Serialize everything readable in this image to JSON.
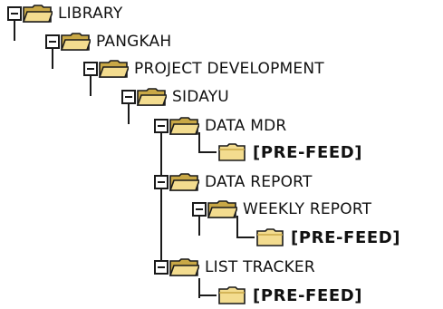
{
  "tree": {
    "nodes": [
      {
        "id": "library",
        "label": "LIBRARY",
        "depth": 0,
        "expanded": true,
        "icon": "folder-open-icon"
      },
      {
        "id": "pangkah",
        "label": "PANGKAH",
        "depth": 1,
        "expanded": true,
        "icon": "folder-open-icon"
      },
      {
        "id": "project-development",
        "label": "PROJECT DEVELOPMENT",
        "depth": 2,
        "expanded": true,
        "icon": "folder-open-icon"
      },
      {
        "id": "sidayu",
        "label": "SIDAYU",
        "depth": 3,
        "expanded": true,
        "icon": "folder-open-icon"
      },
      {
        "id": "data-mdr",
        "label": "DATA MDR",
        "depth": 4,
        "expanded": true,
        "icon": "folder-open-icon"
      },
      {
        "id": "pre-feed-1",
        "label": "[PRE-FEED]",
        "depth": 5,
        "leaf": true,
        "bold": true,
        "icon": "folder-closed-icon"
      },
      {
        "id": "data-report",
        "label": "DATA REPORT",
        "depth": 4,
        "expanded": true,
        "icon": "folder-open-icon"
      },
      {
        "id": "weekly-report",
        "label": "WEEKLY REPORT",
        "depth": 5,
        "expanded": true,
        "icon": "folder-open-icon"
      },
      {
        "id": "pre-feed-2",
        "label": "[PRE-FEED]",
        "depth": 6,
        "leaf": true,
        "bold": true,
        "icon": "folder-closed-icon"
      },
      {
        "id": "list-tracker",
        "label": "LIST TRACKER",
        "depth": 4,
        "expanded": true,
        "icon": "folder-open-icon"
      },
      {
        "id": "pre-feed-3",
        "label": "[PRE-FEED]",
        "depth": 5,
        "leaf": true,
        "bold": true,
        "icon": "folder-closed-icon"
      }
    ]
  },
  "colors": {
    "folder_fill": "#f3dc8f",
    "folder_dark": "#c9a846",
    "folder_outline": "#1a1a1a",
    "line": "#1a1a1a",
    "text": "#111111",
    "background": "#ffffff"
  }
}
